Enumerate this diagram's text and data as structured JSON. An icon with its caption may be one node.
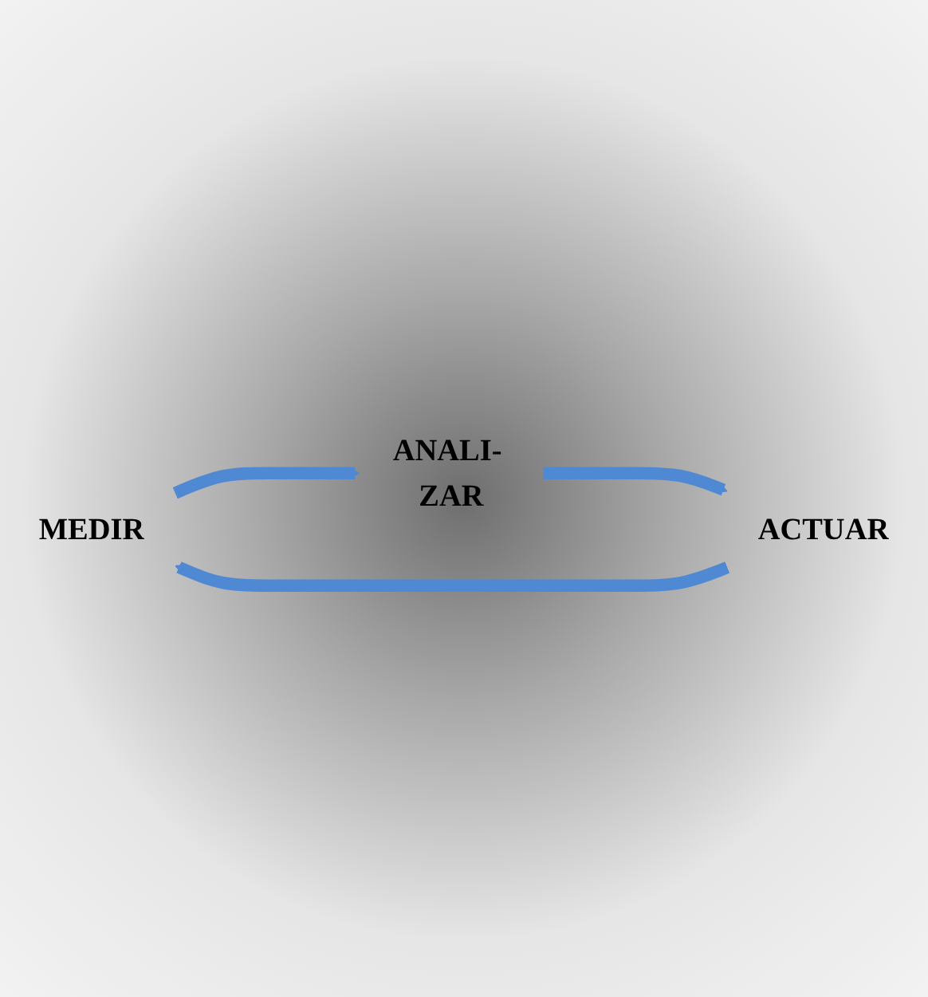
{
  "diagram": {
    "nodes": [
      {
        "text": [
          "MEDIR"
        ]
      },
      {
        "text": [
          "ANALI- ZAR"
        ]
      },
      {
        "text": [
          "ACTUAR"
        ]
      }
    ],
    "edges": [
      {
        "from": 0,
        "to": 1,
        "arrow": "to"
      },
      {
        "from": 1,
        "to": 2,
        "arrow": "to"
      },
      {
        "from": 2,
        "to": 0,
        "arrow": "to"
      }
    ]
  }
}
